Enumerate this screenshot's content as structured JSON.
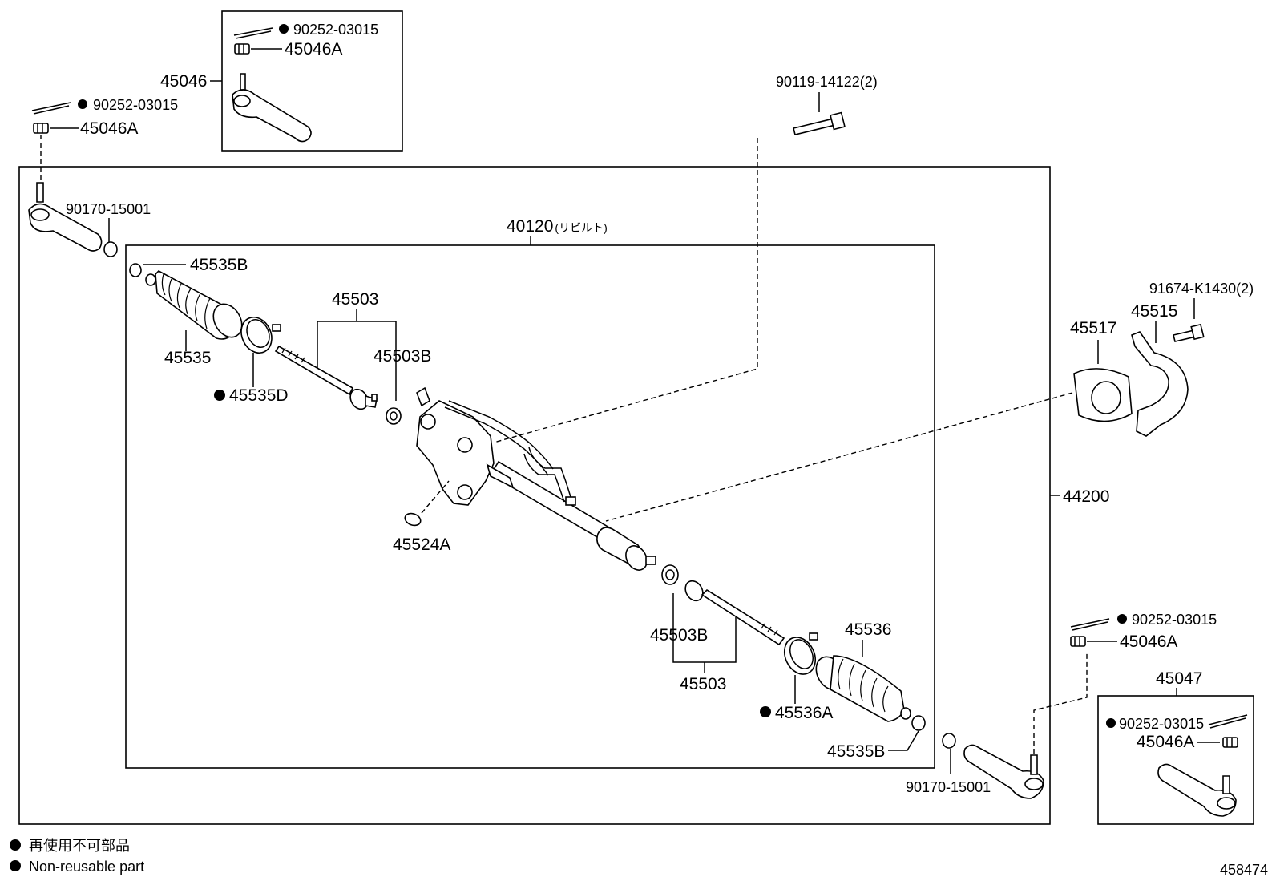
{
  "labels": {
    "p45046": "45046",
    "p90252_top": "90252-03015",
    "p45046A_top": "45046A",
    "p90252_left": "90252-03015",
    "p45046A_left": "45046A",
    "p90170_left": "90170-15001",
    "p45535B_top": "45535B",
    "p45535": "45535",
    "p45535D": "45535D",
    "p45503_top": "45503",
    "p45503B_top": "45503B",
    "p40120": "40120",
    "p40120_suffix": "(リビルト)",
    "p90119": "90119-14122(2)",
    "p91674": "91674-K1430(2)",
    "p45515": "45515",
    "p45517": "45517",
    "p44200": "44200",
    "p45524A": "45524A",
    "p45503B_bot": "45503B",
    "p45503_bot": "45503",
    "p45536": "45536",
    "p45536A": "45536A",
    "p45535B_bot": "45535B",
    "p90170_bot": "90170-15001",
    "p90252_right": "90252-03015",
    "p45046A_right": "45046A",
    "p45047": "45047",
    "p90252_box": "90252-03015",
    "p45046A_box": "45046A"
  },
  "legend": {
    "jp": "再使用不可部品",
    "en": "Non-reusable part"
  },
  "diagram_id": "458474"
}
